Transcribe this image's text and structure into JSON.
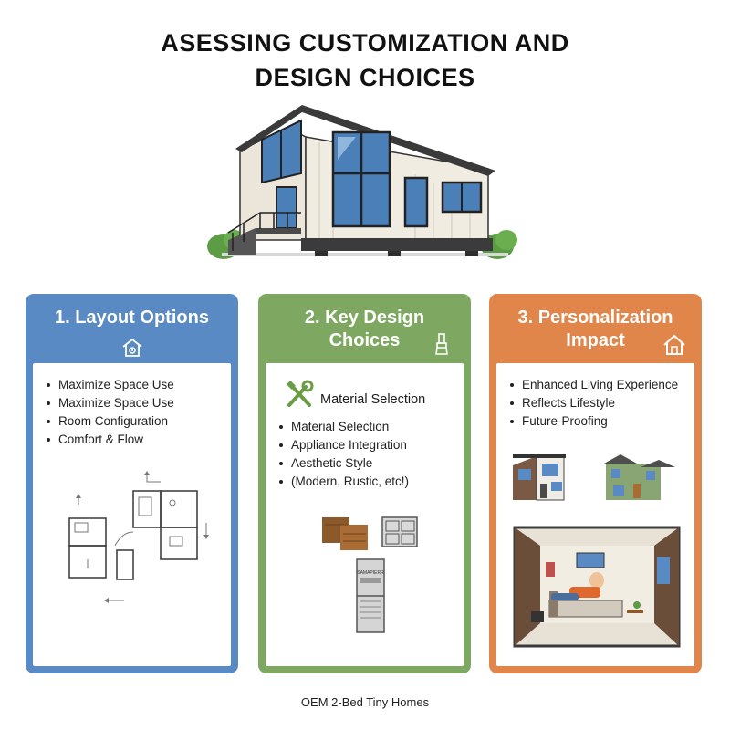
{
  "title": {
    "line1": "ASESSING CUSTOMIZATION AND",
    "line2": "DESIGN CHOICES"
  },
  "cards": [
    {
      "heading": [
        "1. Layout Options"
      ],
      "icon": "house-gear-icon",
      "color": "#5a8ac3",
      "bullets": [
        "Maximize Space Use",
        "Maximize Space Use",
        "Room Configuration",
        "Comfort & Flow"
      ]
    },
    {
      "heading": [
        "2. Key Design",
        "Choices"
      ],
      "icon": "paintbrush-icon",
      "color": "#7ea862",
      "subheading": "Material Selection",
      "subheading_icon": "wrench-screwdriver-icon",
      "bullets": [
        "Material Selection",
        "Appliance Integration",
        "Aesthetic Style",
        "(Modern, Rustic, etc!)"
      ],
      "appliance_label": "SAMAPIERR"
    },
    {
      "heading": [
        "3. Personalization",
        "Impact"
      ],
      "icon": "house-icon",
      "color": "#e1864b",
      "bullets": [
        "Enhanced Living Experience",
        "Reflects Lifestyle",
        "Future-Proofing"
      ]
    }
  ],
  "footer": "OEM 2-Bed Tiny Homes"
}
